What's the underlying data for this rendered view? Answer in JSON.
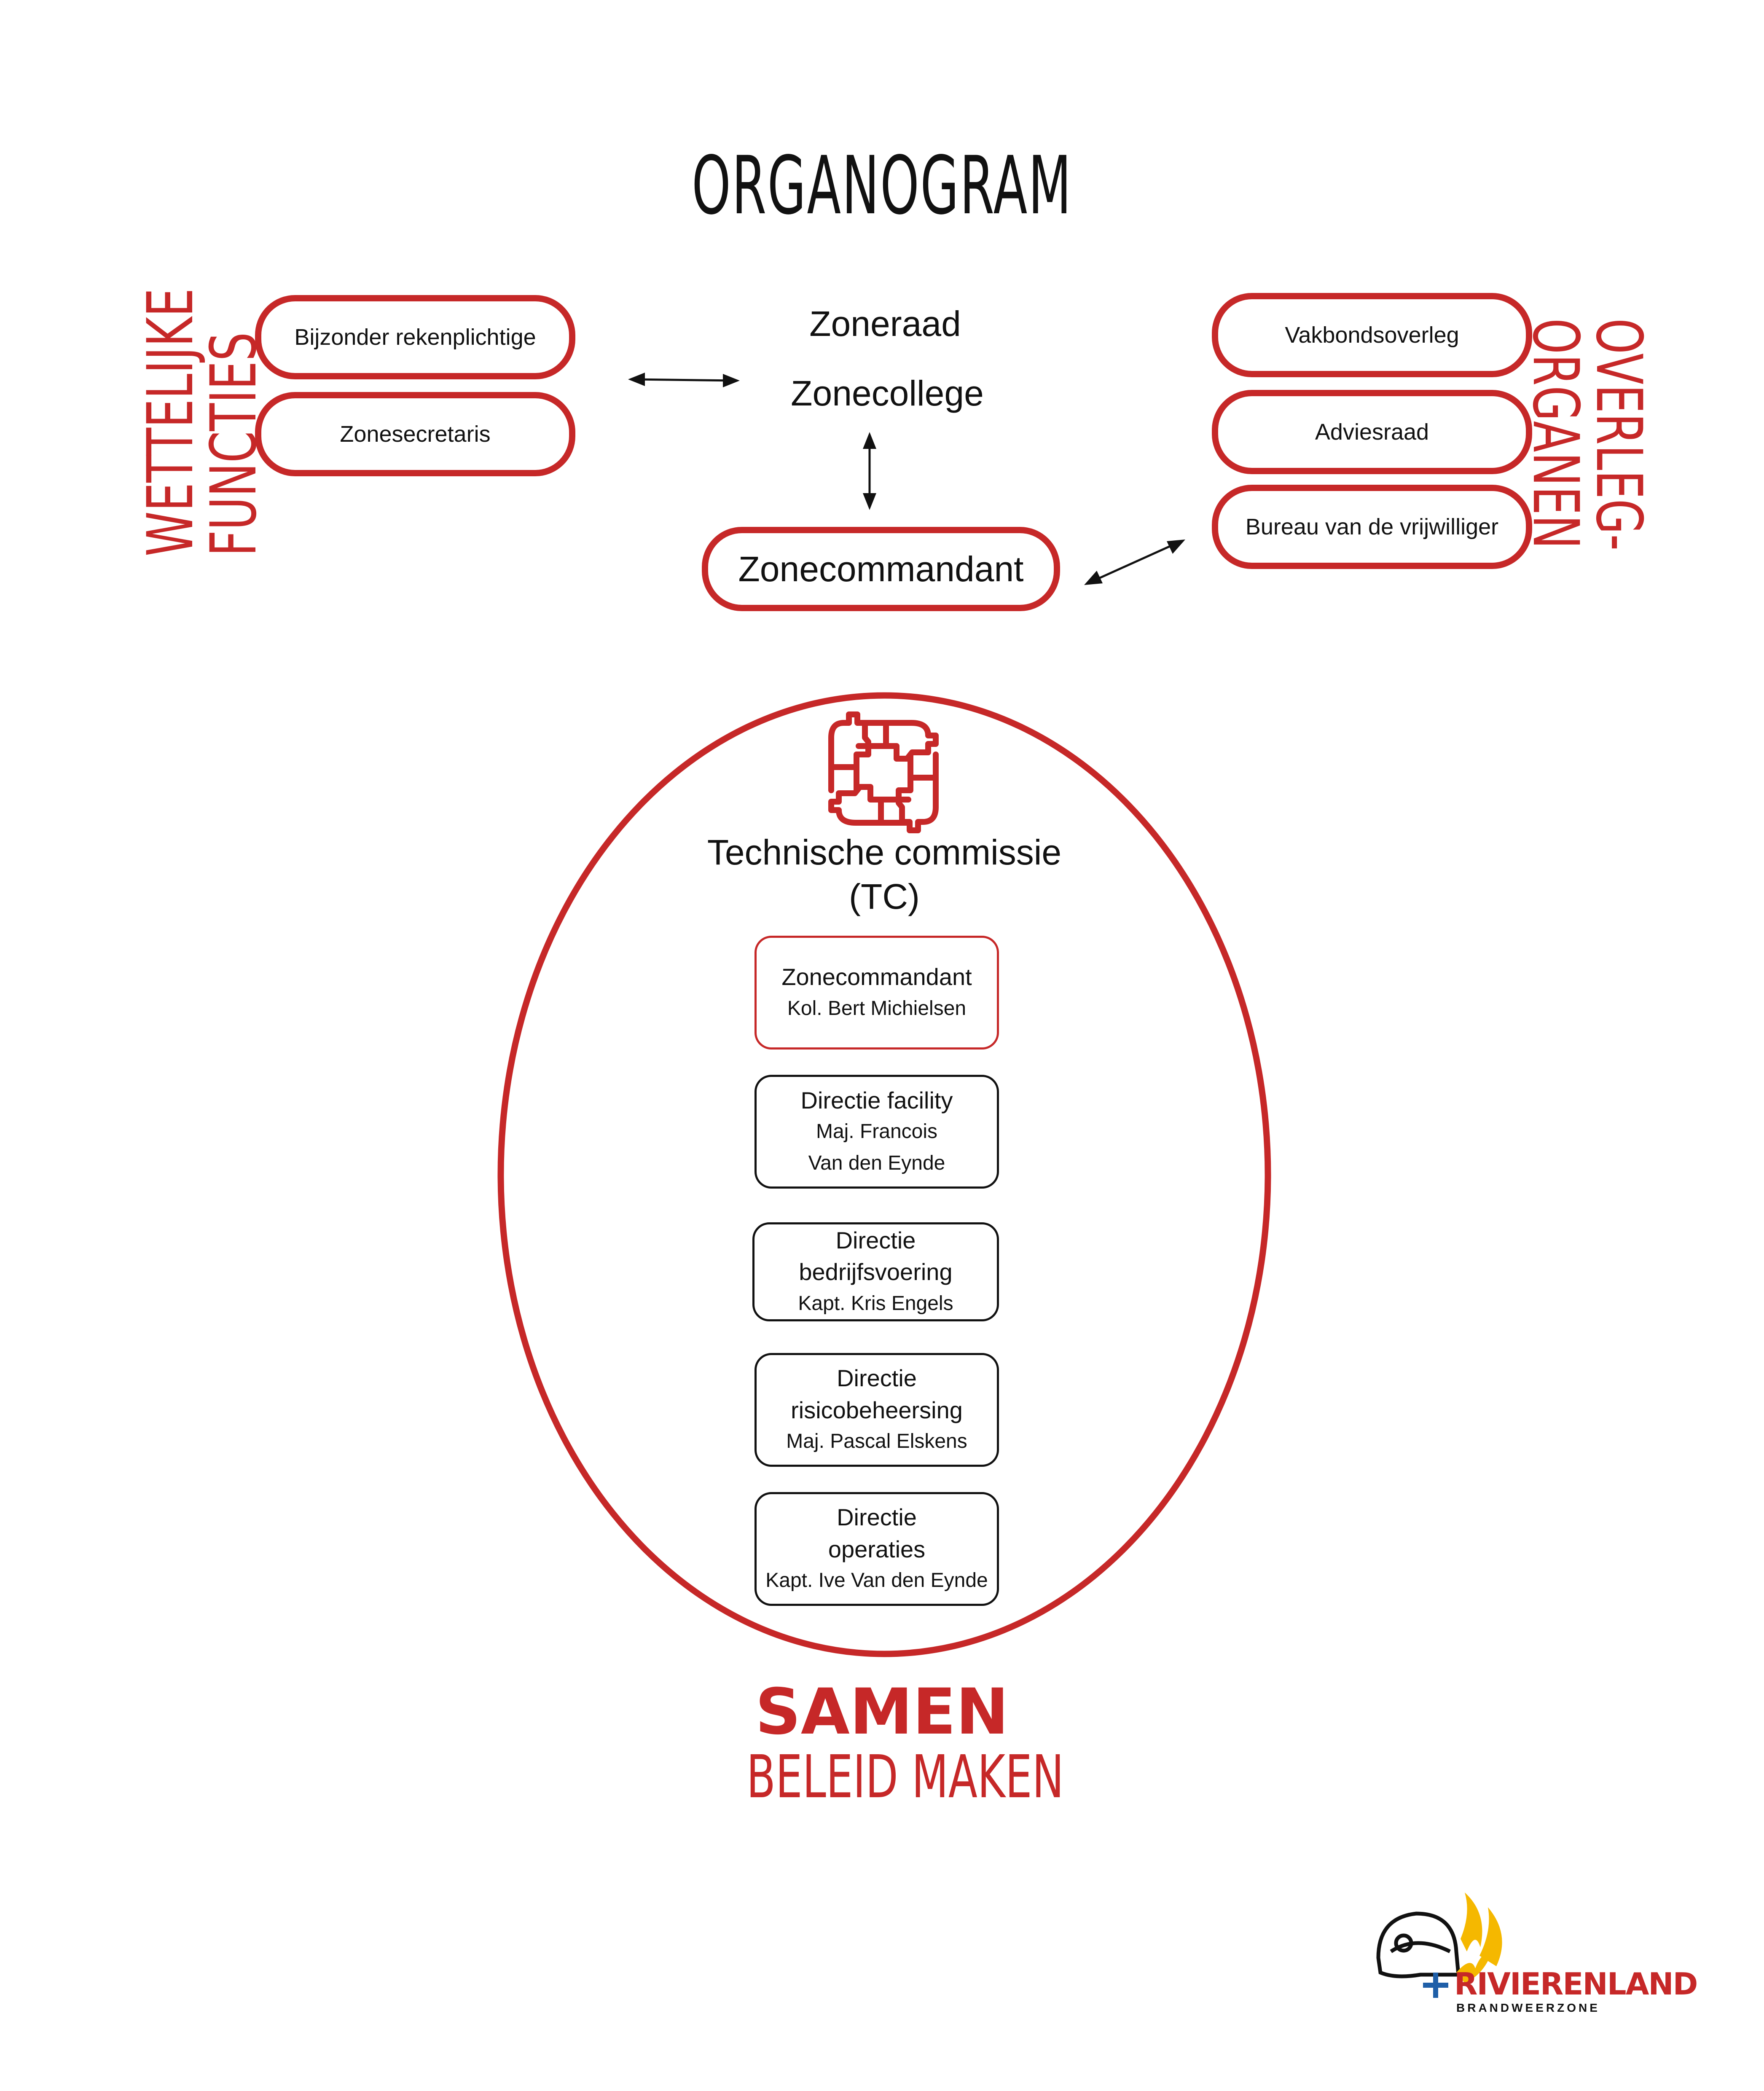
{
  "title": "ORGANOGRAM",
  "left_group": {
    "label_line1": "WETTELIJKE",
    "label_line2": "FUNCTIES",
    "items": [
      "Bijzonder rekenplichtige",
      "Zonesecretaris"
    ]
  },
  "center": {
    "zoneraad": "Zoneraad",
    "zonecollege": "Zonecollege",
    "zonecommandant": "Zonecommandant"
  },
  "right_group": {
    "label_line1": "OVERLEG-",
    "label_line2": "ORGANEN",
    "items": [
      "Vakbondsoverleg",
      "Adviesraad",
      "Bureau van de vrijwilliger"
    ]
  },
  "tc": {
    "title_line1": "Technische commissie",
    "title_line2": "(TC)",
    "icon": "four-hands-icon",
    "members": [
      {
        "role": [
          "Zonecommandant"
        ],
        "name": [
          "Kol. Bert Michielsen"
        ]
      },
      {
        "role": [
          "Directie facility"
        ],
        "name": [
          "Maj. Francois",
          "Van den Eynde"
        ]
      },
      {
        "role": [
          "Directie",
          "bedrijfsvoering"
        ],
        "name": [
          "Kapt. Kris Engels"
        ]
      },
      {
        "role": [
          "Directie",
          "risicobeheersing"
        ],
        "name": [
          "Maj. Pascal Elskens"
        ]
      },
      {
        "role": [
          "Directie",
          "operaties"
        ],
        "name": [
          "Kapt. Ive Van den Eynde"
        ]
      }
    ]
  },
  "slogan": {
    "line1": "SAMEN",
    "line2": "BELEID MAKEN"
  },
  "logo": {
    "name": "RIVIERENLAND",
    "sub": "BRANDWEERZONE",
    "icon": "firefighter-helmet-flame-logo"
  },
  "colors": {
    "accent": "#c62828",
    "text": "#111111",
    "logo_blue": "#1f5fa8",
    "flame": "#f5b800"
  }
}
